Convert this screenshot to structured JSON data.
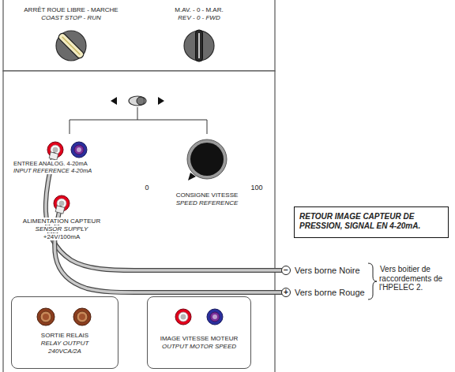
{
  "diagram": {
    "nodes": [
      {
        "text": [
          "SORTIE RELAIS",
          "RELAY OUTPUT",
          "240VCA/2A"
        ]
      },
      {
        "text": [
          "IMAGE VITESSE MOTEUR",
          "OUTPUT MOTOR SPEED"
        ]
      },
      {
        "text": [
          "RETOUR IMAGE CAPTEUR DE PRESSION, SIGNAL EN 4-20mA."
        ]
      }
    ],
    "labels": [
      "ARRÊT ROUE LIBRE - MARCHE",
      "COAST STOP - RUN",
      "M.AV. - 0 - M.AR.",
      "REV - 0 - FWD",
      "ENTREE ANALOG. 4-20mA",
      "INPUT REFERENCE 4-20mA",
      "0",
      "100",
      "CONSIGNE VITESSE",
      "SPEED REFERENCE",
      "ALIMENTATION CAPTEUR",
      "SENSOR SUPPLY",
      "+24V/100mA",
      "−",
      "Vers borne Noire",
      "+",
      "Vers borne Rouge",
      "Vers boitier de raccordements de l'HPELEC 2."
    ]
  }
}
